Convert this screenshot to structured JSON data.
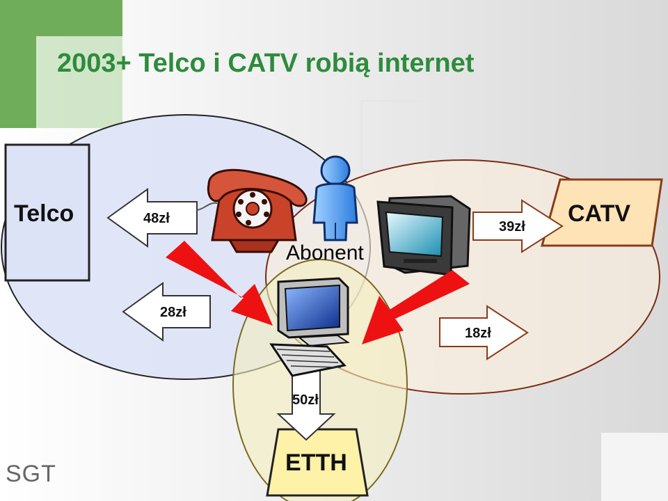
{
  "title": "2003+ Telco i CATV robią internet",
  "nodes": {
    "telco": "Telco",
    "catv": "CATV",
    "etth": "ETTH",
    "abonent": "Abonent"
  },
  "prices": {
    "telco_phone": "48zł",
    "telco_internet": "28zł",
    "catv_tv": "39zł",
    "catv_internet": "18zł",
    "etth_internet": "50zł"
  },
  "logo": "SGT",
  "icons": [
    "telephone-icon",
    "person-icon",
    "tv-icon",
    "computer-icon"
  ],
  "colors": {
    "title": "#2e8b3d",
    "accent_green": "#70ad5a",
    "telco_ellipse": "#dde3f6",
    "catv_ellipse": "#fbeedd",
    "etth_ellipse": "#f3efc0",
    "catv_box": "#fde3b5",
    "etth_box": "#fdf2a8",
    "red_arrow": "#ee1111"
  }
}
